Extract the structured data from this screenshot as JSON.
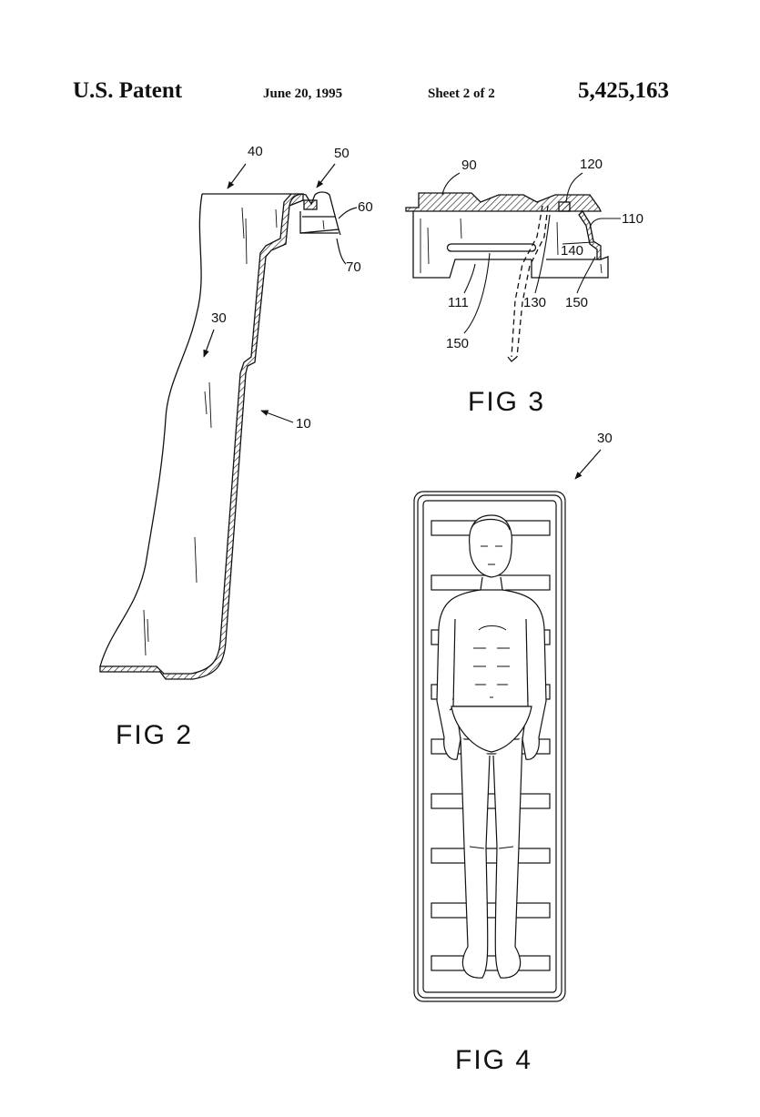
{
  "header": {
    "patent_label": "U.S. Patent",
    "date": "June 20, 1995",
    "sheet": "Sheet 2 of 2",
    "patent_number": "5,425,163"
  },
  "fig2": {
    "caption": "FIG  2",
    "refs": {
      "r40": "40",
      "r50": "50",
      "r60": "60",
      "r70": "70",
      "r30": "30",
      "r10": "10"
    }
  },
  "fig3": {
    "caption": "FIG  3",
    "refs": {
      "r90": "90",
      "r120": "120",
      "r110": "110",
      "r140": "140",
      "r111": "111",
      "r130": "130",
      "r150a": "150",
      "r150b": "150"
    }
  },
  "fig4": {
    "caption": "FIG  4",
    "refs": {
      "r30": "30"
    }
  }
}
